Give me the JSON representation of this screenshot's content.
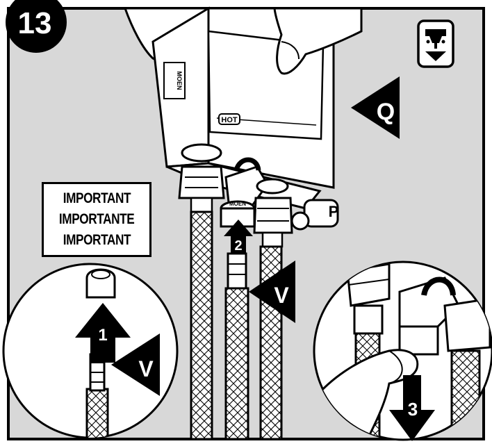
{
  "step_number": "13",
  "labels": {
    "unit": "Q",
    "hose_callout_main": "V",
    "hose_callout_inset": "V",
    "port": "P",
    "hot_badge": "HOT",
    "brand_side": "MOEN",
    "brand_fitting": "MOEN"
  },
  "steps": {
    "step1": "1",
    "step2": "2",
    "step3": "3"
  },
  "notice": {
    "lines": [
      "IMPORTANT",
      "IMPORTANTE",
      "IMPORTANT"
    ]
  },
  "icons": {
    "top_right": "install-under-sink-icon"
  },
  "colors": {
    "frame_background": "#d8d8d8",
    "ink": "#000000",
    "paper": "#ffffff"
  }
}
